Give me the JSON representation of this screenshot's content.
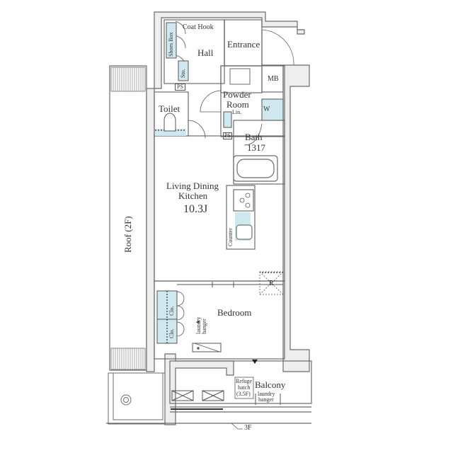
{
  "floor_plan": {
    "colors": {
      "wall": "#6b6b6b",
      "wall_fill": "#eeeeee",
      "storage_fill": "#cfe8f0",
      "line": "#555555",
      "background": "#ffffff"
    },
    "rooms": {
      "entrance": "Entrance",
      "hall": "Hall",
      "mb": "MB",
      "powder_room_line1": "Powder",
      "powder_room_line2": "Room",
      "toilet": "Toilet",
      "bath": "Bath",
      "bath_size": "1317",
      "ldk_line1": "Living Dining",
      "ldk_line2": "Kitchen",
      "ldk_size": "10.3J",
      "bedroom": "Bedroom",
      "balcony": "Balcony",
      "roof": "Roof (2F)"
    },
    "fixtures": {
      "coat_hook": "Coat Hook",
      "shoes_box": "Shoes Box",
      "storage": "Sto.",
      "ps_hall": "PS",
      "ps_bath": "PS",
      "linen": "Lin.",
      "washer": "W",
      "counter": "Counter",
      "refrigerator": "R",
      "closet_1": "Clo.",
      "closet_2": "Clo.",
      "laundry_hanger_bedroom_1": "laundry",
      "laundry_hanger_bedroom_2": "hanger",
      "refuge_hatch_1": "Refuge",
      "refuge_hatch_2": "hatch",
      "refuge_hatch_3": "(3.5F)",
      "laundry_hanger_balcony_1": "laundry",
      "laundry_hanger_balcony_2": "hanger"
    },
    "level_marker": "3F"
  }
}
